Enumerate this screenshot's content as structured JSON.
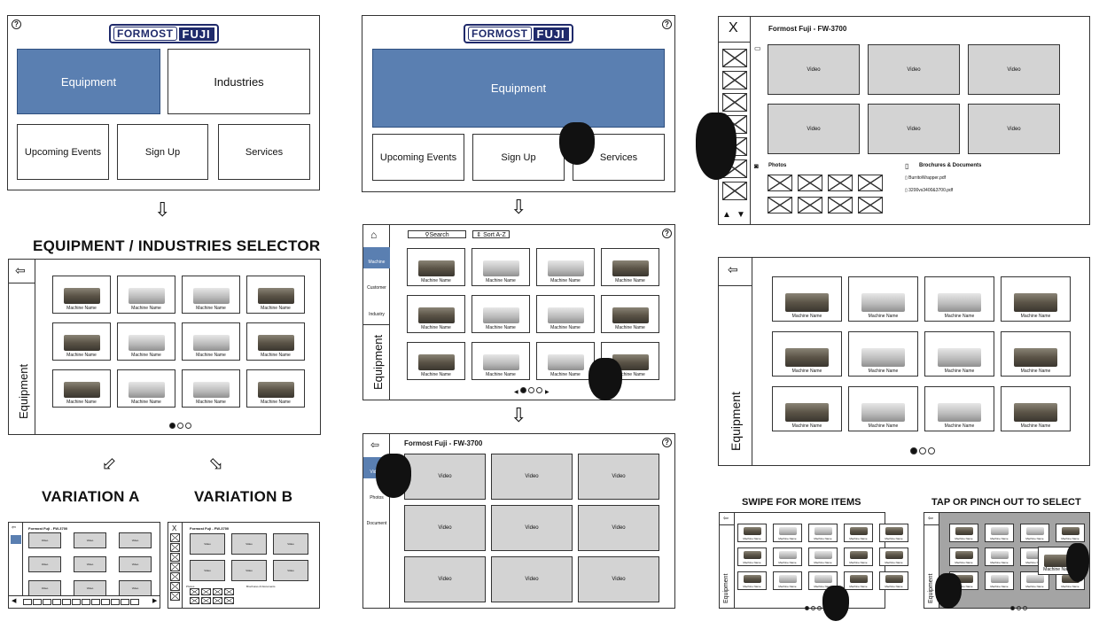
{
  "logo": {
    "part1": "FORMOST",
    "part2": "FUJI"
  },
  "help_symbol": "?",
  "home_menu": {
    "equipment": "Equipment",
    "industries": "Industries",
    "events": "Upcoming Events",
    "signup": "Sign Up",
    "services": "Services"
  },
  "headings": {
    "selector": "EQUIPMENT / INDUSTRIES SELECTOR",
    "variation_a": "VARIATION A",
    "variation_b": "VARIATION B",
    "swipe": "SWIPE FOR MORE ITEMS",
    "tap": "TAP OR PINCH OUT TO SELECT"
  },
  "selector": {
    "side_label": "Equipment",
    "card_label": "Machine Name"
  },
  "toolbar": {
    "search": "Search",
    "sort": "Sort A-Z"
  },
  "nav": {
    "machine": "Machine",
    "customer": "Customer",
    "industry": "Industry",
    "videos": "Videos",
    "photos": "Photos",
    "document": "Document"
  },
  "product": {
    "title": "Formost Fuji - FW-3700",
    "video_label": "Video",
    "photos_label": "Photos",
    "docs_label": "Brochures & Documents",
    "doc1": "BurritoWrapper.pdf",
    "doc2": "3200vs3400&3700.pdf",
    "close": "X"
  },
  "icons": {
    "back": "arrow-left-icon",
    "down": "arrow-down-icon",
    "help": "help-icon",
    "hand": "hand-pointer-icon"
  }
}
